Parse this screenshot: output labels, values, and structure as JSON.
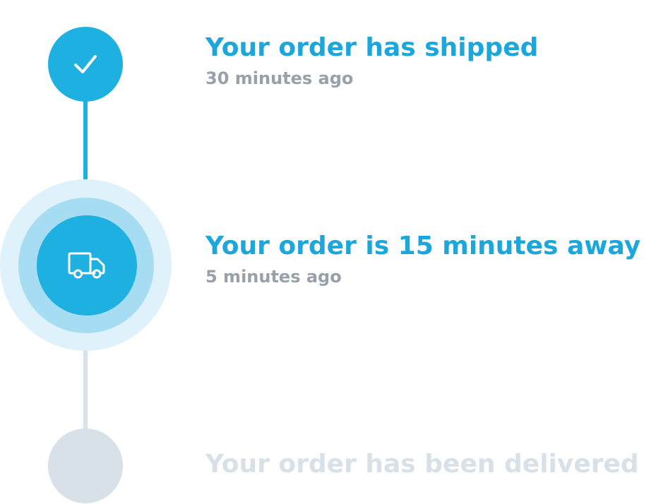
{
  "timeline": {
    "steps": [
      {
        "state": "complete",
        "icon": "checkmark-icon",
        "title": "Your order has shipped",
        "time": "30 minutes ago"
      },
      {
        "state": "current",
        "icon": "delivery-truck-icon",
        "title": "Your order is 15 minutes away",
        "time": "5 minutes ago"
      },
      {
        "state": "pending",
        "icon": "",
        "title": "Your order has been delivered",
        "time": ""
      }
    ]
  },
  "colors": {
    "accent": "#1fb0e2",
    "accent_text": "#1ba6dc",
    "halo_inner": "#a6ddf2",
    "halo_outer": "#dff1fa",
    "muted_text": "#98a1a9",
    "pending": "#d9e1e8"
  }
}
